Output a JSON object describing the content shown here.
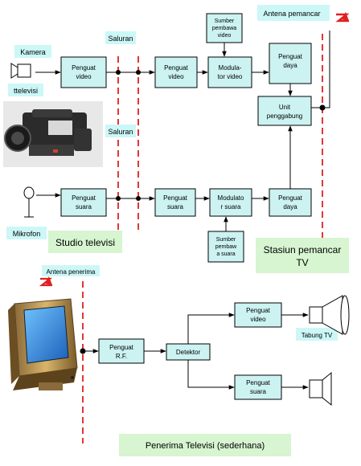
{
  "colors": {
    "box_fill": "#ccf2f2",
    "label_fill": "#ccf7f7",
    "section_fill": "#d6f5d0",
    "red_dash": "#e02020",
    "line": "#000000"
  },
  "labels": {
    "kamera": "Kamera",
    "ttelevisi": "ttelevisi",
    "saluran_top": "Saluran",
    "saluran_mid": "Saluran",
    "antena_pemancar": "Antena pemancar",
    "mikrofon": "Mikrofon",
    "antena_penerima": "Antena penerima",
    "tabung_tv": "Tabung TV"
  },
  "sections": {
    "studio": "Studio televisi",
    "stasiun_line1": "Stasiun pemancar",
    "stasiun_line2": "TV",
    "penerima": "Penerima Televisi (sederhana)"
  },
  "blocks": {
    "penguat_video_1": [
      "Penguat",
      "video"
    ],
    "penguat_video_2": [
      "Penguat",
      "video"
    ],
    "sumber_pembawa_video": [
      "Sumber",
      "pembawa",
      "video"
    ],
    "modulator_video": [
      "Modula-",
      "tor video"
    ],
    "penguat_daya_1": [
      "Penguat",
      "daya"
    ],
    "unit_penggabung": [
      "Unit",
      "penggabung"
    ],
    "penguat_suara_1": [
      "Penguat",
      "suara"
    ],
    "penguat_suara_2": [
      "Penguat",
      "suara"
    ],
    "modulator_suara": [
      "Modulato",
      "r suara"
    ],
    "penguat_daya_2": [
      "Penguat",
      "daya"
    ],
    "sumber_pembawa_suara": [
      "Sumber",
      "pembaw",
      "a suara"
    ],
    "penguat_rf": [
      "Penguat",
      "R.F."
    ],
    "detektor": [
      "Detektor"
    ],
    "penguat_video_rx": [
      "Penguat",
      "video"
    ],
    "penguat_suara_rx": [
      "Penguat",
      "suara"
    ]
  },
  "icons": {
    "camera": "video-camera-icon",
    "microphone": "microphone-icon",
    "tv_set": "television-icon",
    "crt": "tv-tube-icon",
    "speaker": "speaker-icon",
    "antenna_tx": "antenna-signal-icon",
    "antenna_rx": "antenna-signal-icon"
  }
}
